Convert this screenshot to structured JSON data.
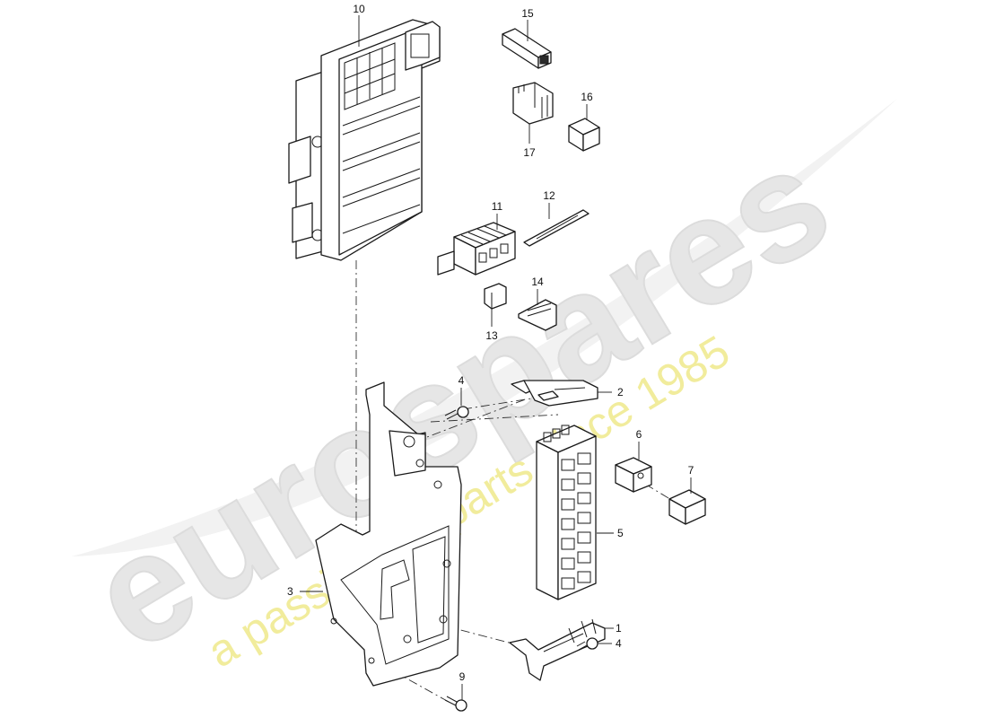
{
  "watermark": {
    "brand": "eurospares",
    "tagline": "a passion for parts since 1985",
    "brand_color": "#e6e6e6",
    "tagline_color": "#f1ec9c"
  },
  "callouts": {
    "c1": "1",
    "c2": "2",
    "c3": "3",
    "c4a": "4",
    "c4b": "4",
    "c5": "5",
    "c6": "6",
    "c7": "7",
    "c9": "9",
    "c10": "10",
    "c11": "11",
    "c12": "12",
    "c13": "13",
    "c14": "14",
    "c15": "15",
    "c16": "16",
    "c17": "17"
  }
}
